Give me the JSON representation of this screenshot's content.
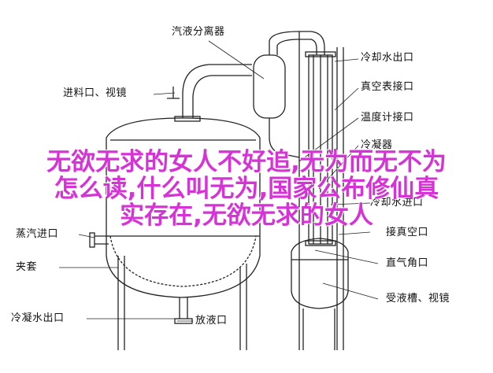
{
  "labels": {
    "condenser_separator": "汽液分离器",
    "cooling_water_outlet": "冷却水出口",
    "feed_sight_glass": "进料口、视镜",
    "vacuum_gauge_port": "真空表接口",
    "thermometer_port": "温度计接口",
    "condensate_port": "冷凝器",
    "steam_inlet": "蒸汽进口",
    "cooling_water_inlet": "冷却水进口",
    "vacuum_port": "接真空口",
    "jacket": "夹套",
    "straight_angle_valve": "直气角口",
    "receiver_sight_glass": "受液槽、视镜",
    "condensate_outlet": "冷凝水出口",
    "drain_port": "放液口"
  },
  "overlay": {
    "line1": "无欲无求的女人不好追,无为而无不为",
    "line2": "怎么读,什么叫无为,国家公布修仙真",
    "line3": "实存在,无欲无求的女人"
  },
  "colors": {
    "line": "#222222",
    "overlay_text": "#d633d6"
  }
}
